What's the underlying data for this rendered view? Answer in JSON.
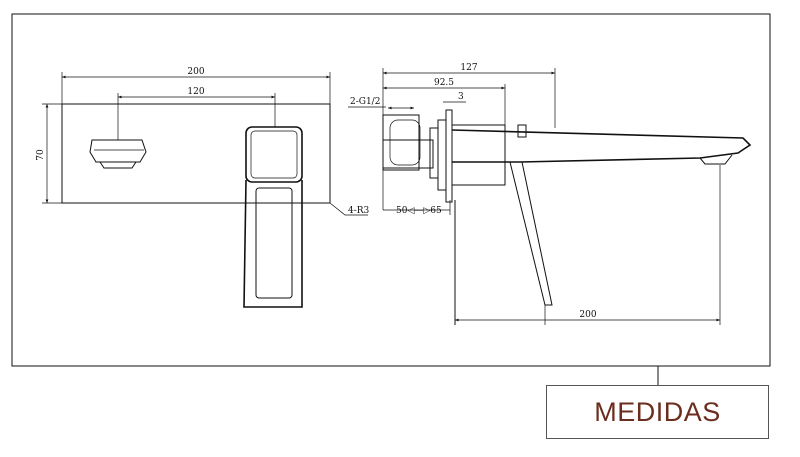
{
  "front_view": {
    "dim_width": "200",
    "dim_spacing": "120",
    "dim_height": "70",
    "corner_radius": "4-R3"
  },
  "side_view": {
    "dim_total_depth": "127",
    "dim_body_depth": "92.5",
    "dim_plate": "3",
    "thread": "2-G1/2",
    "dim_range": "50◁—▷65",
    "dim_spout_reach": "200"
  },
  "title": "MEDIDAS",
  "colors": {
    "title": "#6b2e1e",
    "lines": "#111111"
  }
}
